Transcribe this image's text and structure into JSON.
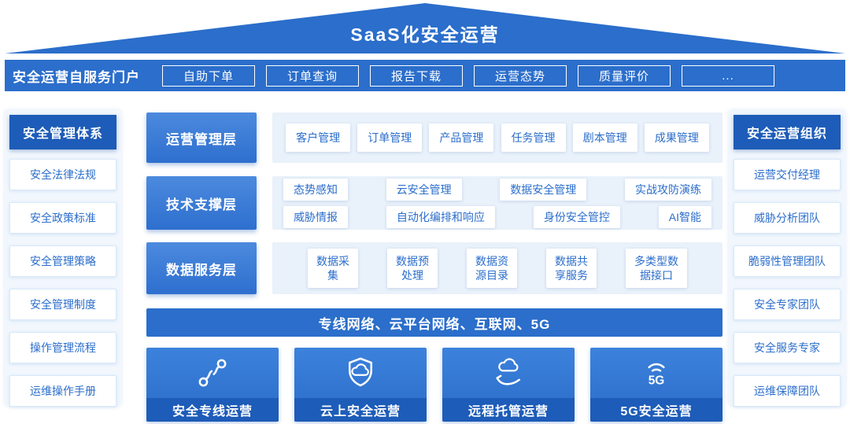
{
  "roof": {
    "title": "SaaS化安全运营"
  },
  "portal": {
    "label": "安全运营自服务门户",
    "buttons": [
      "自助下单",
      "订单查询",
      "报告下载",
      "运营态势",
      "质量评价",
      "..."
    ]
  },
  "left_panel": {
    "title": "安全管理体系",
    "items": [
      "安全法律法规",
      "安全政策标准",
      "安全管理策略",
      "安全管理制度",
      "操作管理流程",
      "运维操作手册"
    ]
  },
  "right_panel": {
    "title": "安全运营组织",
    "items": [
      "运营交付经理",
      "威胁分析团队",
      "脆弱性管理团队",
      "安全专家团队",
      "安全服务专家",
      "运维保障团队"
    ]
  },
  "layers": [
    {
      "label": "运营管理层",
      "items": [
        "客户管理",
        "订单管理",
        "产品管理",
        "任务管理",
        "剧本管理",
        "成果管理"
      ]
    },
    {
      "label": "技术支撑层",
      "row1": [
        "态势感知",
        "云安全管理",
        "数据安全管理",
        "实战攻防演练"
      ],
      "row2": [
        "威胁情报",
        "自动化编排和响应",
        "身份安全管控",
        "AI智能"
      ]
    },
    {
      "label": "数据服务层",
      "items": [
        "数据采集",
        "数据预处理",
        "数据资源目录",
        "数据共享服务",
        "多类型数据接口"
      ]
    }
  ],
  "network_bar": {
    "label": "专线网络、云平台网络、互联网、5G"
  },
  "bottom_boxes": [
    {
      "label": "安全专线运营",
      "icon": "route-link-icon"
    },
    {
      "label": "云上安全运营",
      "icon": "cloud-shield-icon"
    },
    {
      "label": "远程托管运营",
      "icon": "hand-cloud-icon"
    },
    {
      "label": "5G安全运营",
      "icon": "5g-signal-icon",
      "icon_text": "5G"
    }
  ],
  "colors": {
    "primary_blue": "#2b6ecb",
    "dark_blue": "#1d5cb8",
    "layer_label_blue": "#3f80d8",
    "light_panel_bg": "#e9f1fa",
    "side_panel_bg": "#f1f7fd",
    "item_text_blue": "#2b6ecb",
    "white": "#ffffff"
  }
}
